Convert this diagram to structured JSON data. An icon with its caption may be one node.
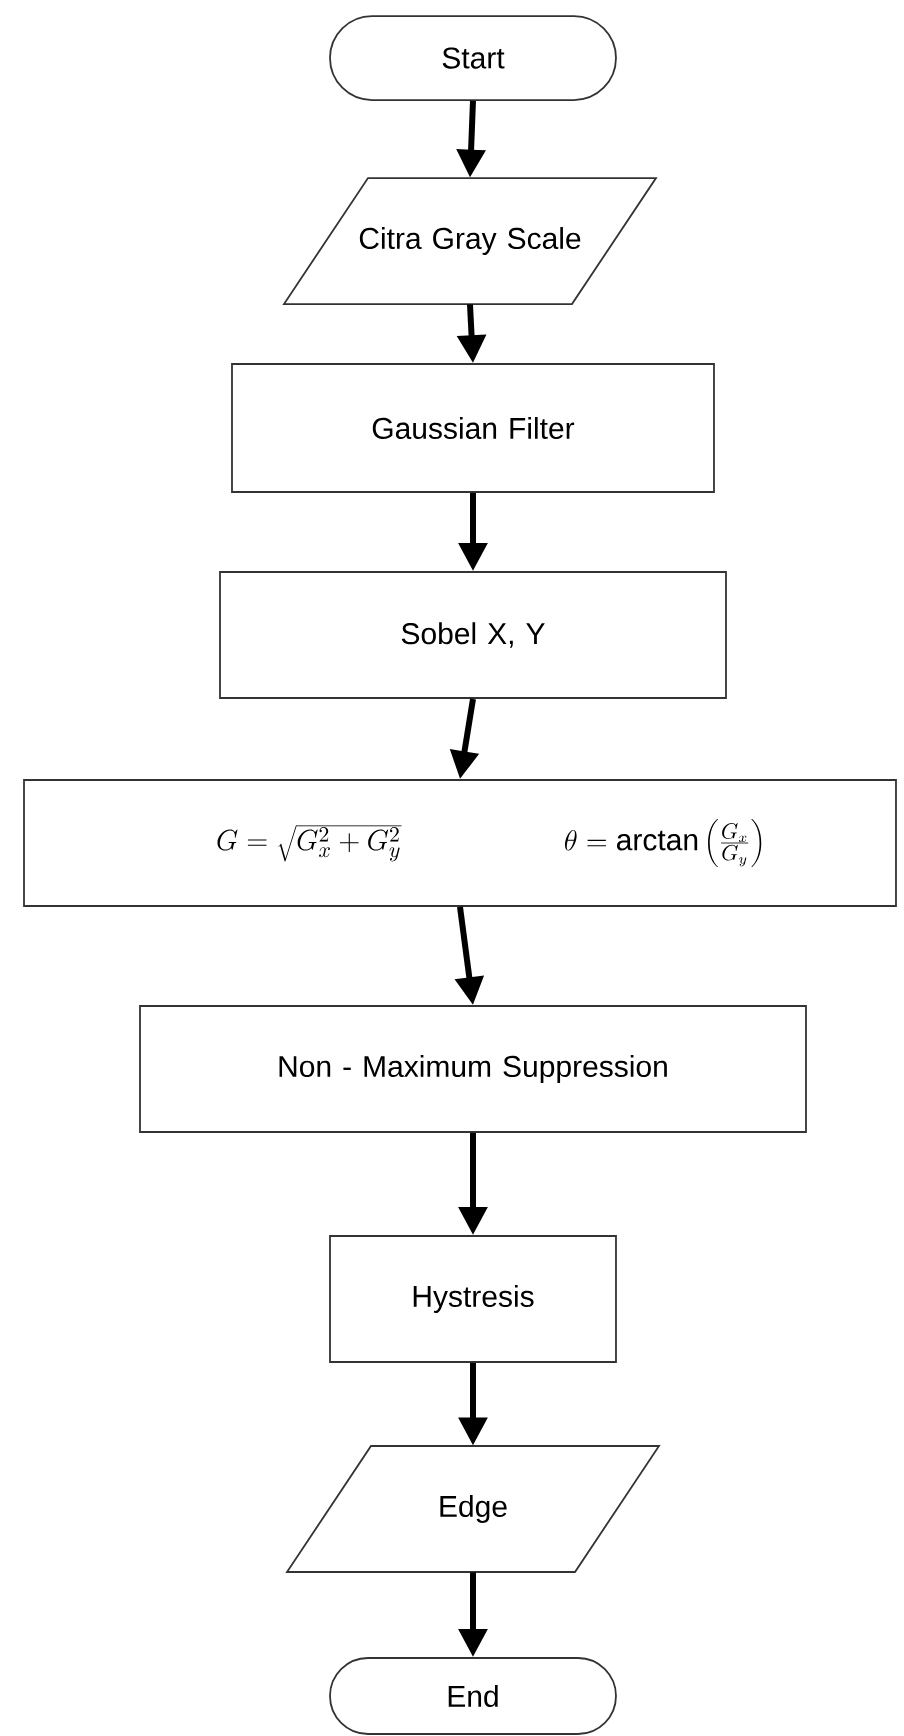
{
  "diagram": {
    "nodes": [
      {
        "text": [
          "Start"
        ]
      },
      {
        "text": [
          "Citra Gray Scale"
        ]
      },
      {
        "text": [
          "Gaussian Filter"
        ]
      },
      {
        "text": [
          "Sobel X, Y"
        ]
      },
      {
        "text": [
          "G=\\sqrt{G_x^2+G_y^2}",
          "\\theta=\\arctan\\left(\\frac{G_x}{G_y}\\right)"
        ]
      },
      {
        "text": [
          "Non - Maximum Suppression"
        ]
      },
      {
        "text": [
          "Hystresis"
        ]
      },
      {
        "text": [
          "Edge"
        ]
      },
      {
        "text": [
          "End"
        ]
      }
    ],
    "edges": [
      {
        "from": 0,
        "to": 1,
        "arrow": "to"
      },
      {
        "from": 1,
        "to": 2,
        "arrow": "to"
      },
      {
        "from": 2,
        "to": 3,
        "arrow": "to"
      },
      {
        "from": 3,
        "to": 4,
        "arrow": "to"
      },
      {
        "from": 4,
        "to": 5,
        "arrow": "to"
      },
      {
        "from": 5,
        "to": 6,
        "arrow": "to"
      },
      {
        "from": 6,
        "to": 7,
        "arrow": "to"
      },
      {
        "from": 7,
        "to": 8,
        "arrow": "to"
      }
    ]
  }
}
